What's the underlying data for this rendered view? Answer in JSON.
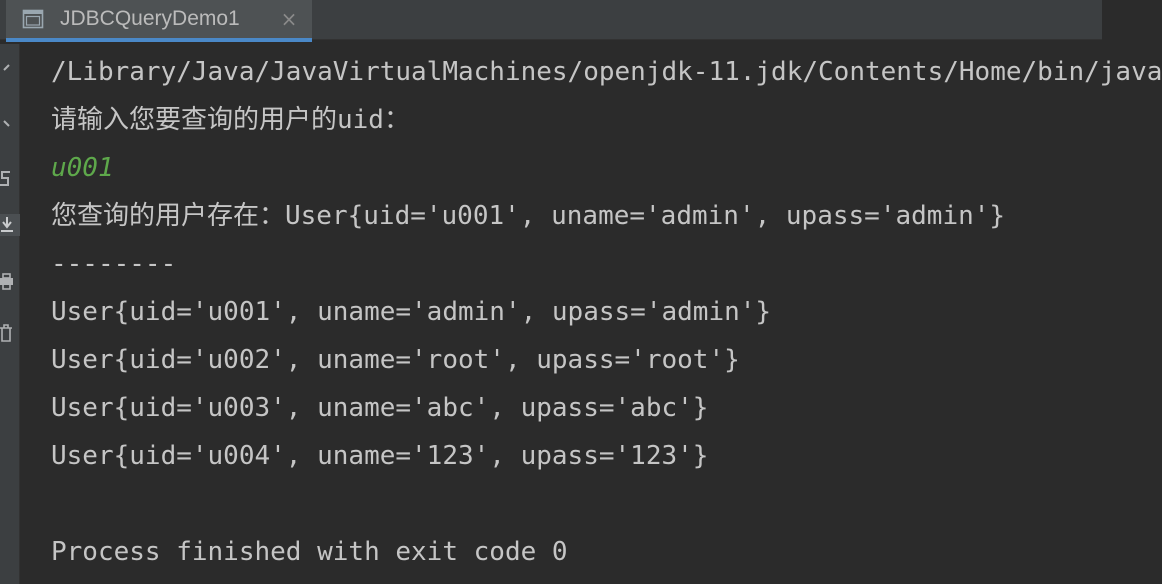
{
  "tab": {
    "title": "JDBCQueryDemo1",
    "icon": "console-window-icon",
    "close_glyph": "×",
    "accent_color": "#4a88c7"
  },
  "gutter": {
    "icons": [
      "arrow-up-icon",
      "arrow-down-icon",
      "soft-wrap-icon",
      "scroll-to-end-icon",
      "print-icon",
      "trash-icon"
    ]
  },
  "console": {
    "text_color": "#c5c5c5",
    "input_color": "#5ea84b",
    "lines": [
      {
        "text": "/Library/Java/JavaVirtualMachines/openjdk-11.jdk/Contents/Home/bin/java",
        "kind": "output"
      },
      {
        "text": "请输入您要查询的用户的uid：",
        "kind": "output"
      },
      {
        "text": "u001",
        "kind": "input"
      },
      {
        "text": "您查询的用户存在：User{uid='u001', uname='admin', upass='admin'}",
        "kind": "output"
      },
      {
        "text": "--------",
        "kind": "output"
      },
      {
        "text": "User{uid='u001', uname='admin', upass='admin'}",
        "kind": "output"
      },
      {
        "text": "User{uid='u002', uname='root', upass='root'}",
        "kind": "output"
      },
      {
        "text": "User{uid='u003', uname='abc', upass='abc'}",
        "kind": "output"
      },
      {
        "text": "User{uid='u004', uname='123', upass='123'}",
        "kind": "output"
      },
      {
        "text": "",
        "kind": "output"
      },
      {
        "text": "Process finished with exit code 0",
        "kind": "output"
      }
    ]
  }
}
